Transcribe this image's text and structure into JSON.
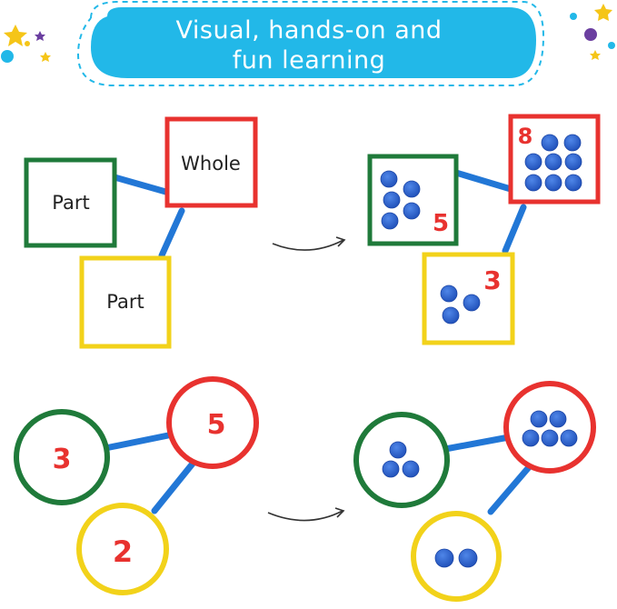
{
  "banner": {
    "line1": "Visual, hands-on and",
    "line2": "fun learning"
  },
  "square_template": {
    "whole_label": "Whole",
    "part_label_left": "Part",
    "part_label_bottom": "Part"
  },
  "square_example": {
    "whole_number": "8",
    "part_left_number": "5",
    "part_bottom_number": "3",
    "whole_counters": 8,
    "part_left_counters": 5,
    "part_bottom_counters": 3
  },
  "circle_template": {
    "whole_number": "5",
    "part_left_number": "3",
    "part_bottom_number": "2"
  },
  "circle_example": {
    "whole_counters": 5,
    "part_left_counters": 3,
    "part_bottom_counters": 2
  },
  "icons": {
    "arrow": "curved-arrow-icon",
    "decoration": "star-and-dot-confetti"
  },
  "colors": {
    "banner": "#22b8e8",
    "whole_border": "#e8322f",
    "part_green_border": "#1f7a3a",
    "part_yellow_border": "#f2d21a",
    "connector": "#2277d6",
    "counter": "#2c5fd2",
    "number": "#e8322f"
  }
}
